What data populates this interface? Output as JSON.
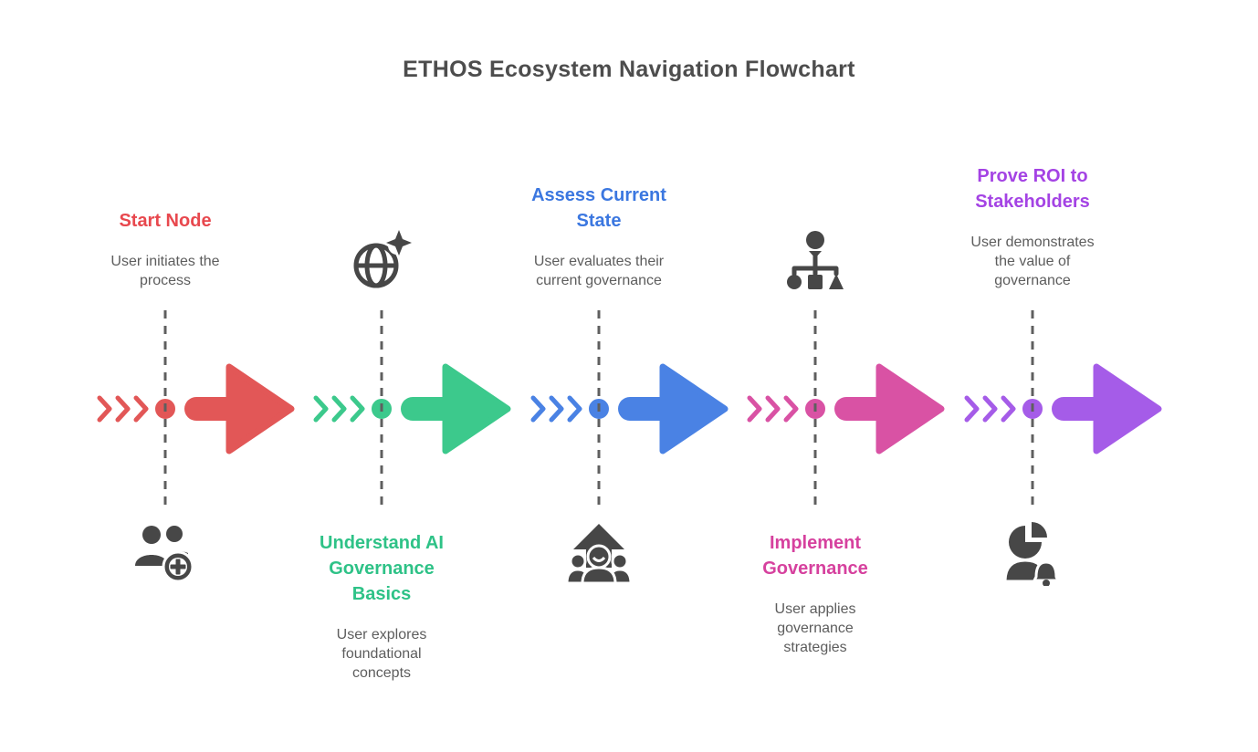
{
  "title": "ETHOS Ecosystem Navigation Flowchart",
  "colors": {
    "heading_text": "#4d4d4d",
    "description_text": "#5d5d5d",
    "icon_gray": "#474747",
    "dashed_line": "#5f5f5f",
    "background": "#ffffff"
  },
  "stages": [
    {
      "title": "Start Node",
      "description": "User initiates the\nprocess",
      "title_color": "#e8484e",
      "arrow_color": "#e25757",
      "icon": "add-user-icon",
      "text_position": "top",
      "icon_position": "bottom"
    },
    {
      "title": "Understand AI\nGovernance\nBasics",
      "description": "User explores\nfoundational\nconcepts",
      "title_color": "#2ec287",
      "arrow_color": "#3cc98c",
      "icon": "globe-sparkle-icon",
      "text_position": "bottom",
      "icon_position": "top"
    },
    {
      "title": "Assess Current\nState",
      "description": "User evaluates their\ncurrent governance",
      "title_color": "#3b77e0",
      "arrow_color": "#4a82e4",
      "icon": "growth-team-icon",
      "text_position": "top",
      "icon_position": "bottom"
    },
    {
      "title": "Implement\nGovernance",
      "description": "User applies\ngovernance\nstrategies",
      "title_color": "#d6419e",
      "arrow_color": "#d952a4",
      "icon": "hierarchy-icon",
      "text_position": "bottom",
      "icon_position": "top"
    },
    {
      "title": "Prove ROI to\nStakeholders",
      "description": "User demonstrates\nthe value of\ngovernance",
      "title_color": "#a443e4",
      "arrow_color": "#a55ce8",
      "icon": "pie-person-bell-icon",
      "text_position": "top",
      "icon_position": "bottom"
    }
  ]
}
